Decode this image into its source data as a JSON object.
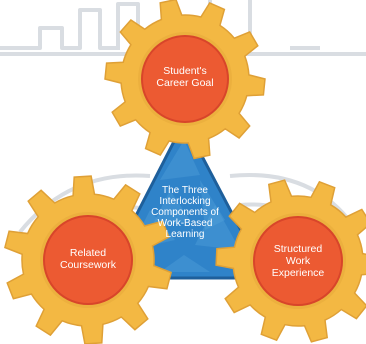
{
  "colors": {
    "gear": "#f3b843",
    "gear_stroke": "#dfa036",
    "hub": "#ec5a32",
    "hub_stroke": "#d8452a",
    "triangle": "#2f83c9",
    "triangle_dark": "#1e5f9b",
    "triangle_light": "#5aa7de",
    "sketch_lines": "#d9dde2",
    "text": "#ffffff"
  },
  "center": {
    "lines": [
      "The Three",
      "Interlocking",
      "Components of",
      "Work-Based",
      "Learning"
    ]
  },
  "gears": [
    {
      "id": "top",
      "lines": [
        "Student's",
        "Career Goal"
      ]
    },
    {
      "id": "left",
      "lines": [
        "Related",
        "Coursework"
      ]
    },
    {
      "id": "right",
      "lines": [
        "Structured",
        "Work",
        "Experience"
      ]
    }
  ]
}
